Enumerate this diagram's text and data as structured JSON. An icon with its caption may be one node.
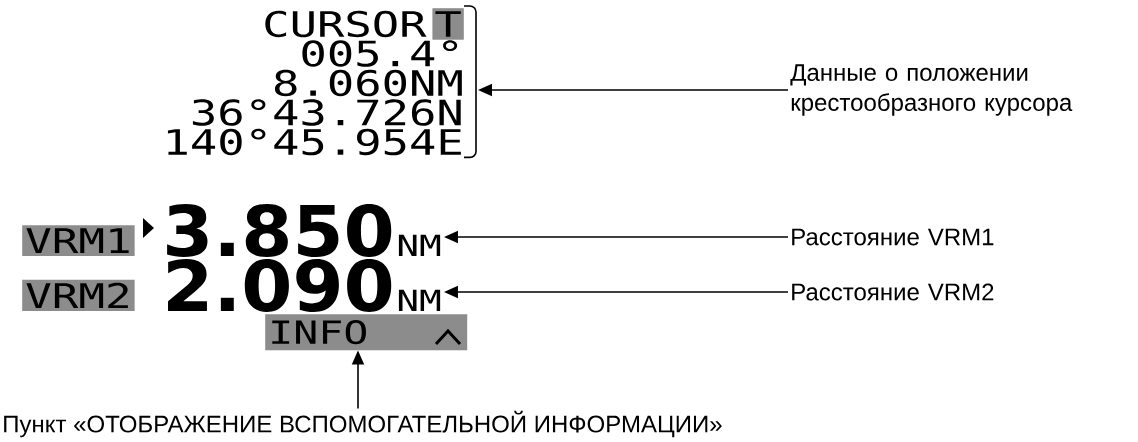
{
  "diagram": {
    "nodes": [
      {
        "text": [
          "CURSOR",
          "005.4°",
          "8.060NM",
          "36°43.726N",
          "140°45.954E"
        ]
      },
      {
        "text": [
          "Данные о положении крестообразного курсора"
        ]
      },
      {
        "text": [
          "VRM1",
          "3.850",
          "NM"
        ]
      },
      {
        "text": [
          "Расстояние VRM1"
        ]
      },
      {
        "text": [
          "VRM2",
          "2.090",
          "NM"
        ]
      },
      {
        "text": [
          "Расстояние VRM2"
        ]
      },
      {
        "text": [
          "INFO"
        ]
      },
      {
        "text": [
          "Пункт «ОТОБРАЖЕНИЕ ВСПОМОГАТЕЛЬНОЙ ИНФОРМАЦИИ»"
        ]
      }
    ],
    "edges": [
      {
        "from": 1,
        "to": 0,
        "arrow": "to"
      },
      {
        "from": 3,
        "to": 2,
        "arrow": "to"
      },
      {
        "from": 5,
        "to": 4,
        "arrow": "to"
      },
      {
        "from": 7,
        "to": 6,
        "arrow": "to"
      }
    ],
    "labels": [
      "T"
    ]
  }
}
